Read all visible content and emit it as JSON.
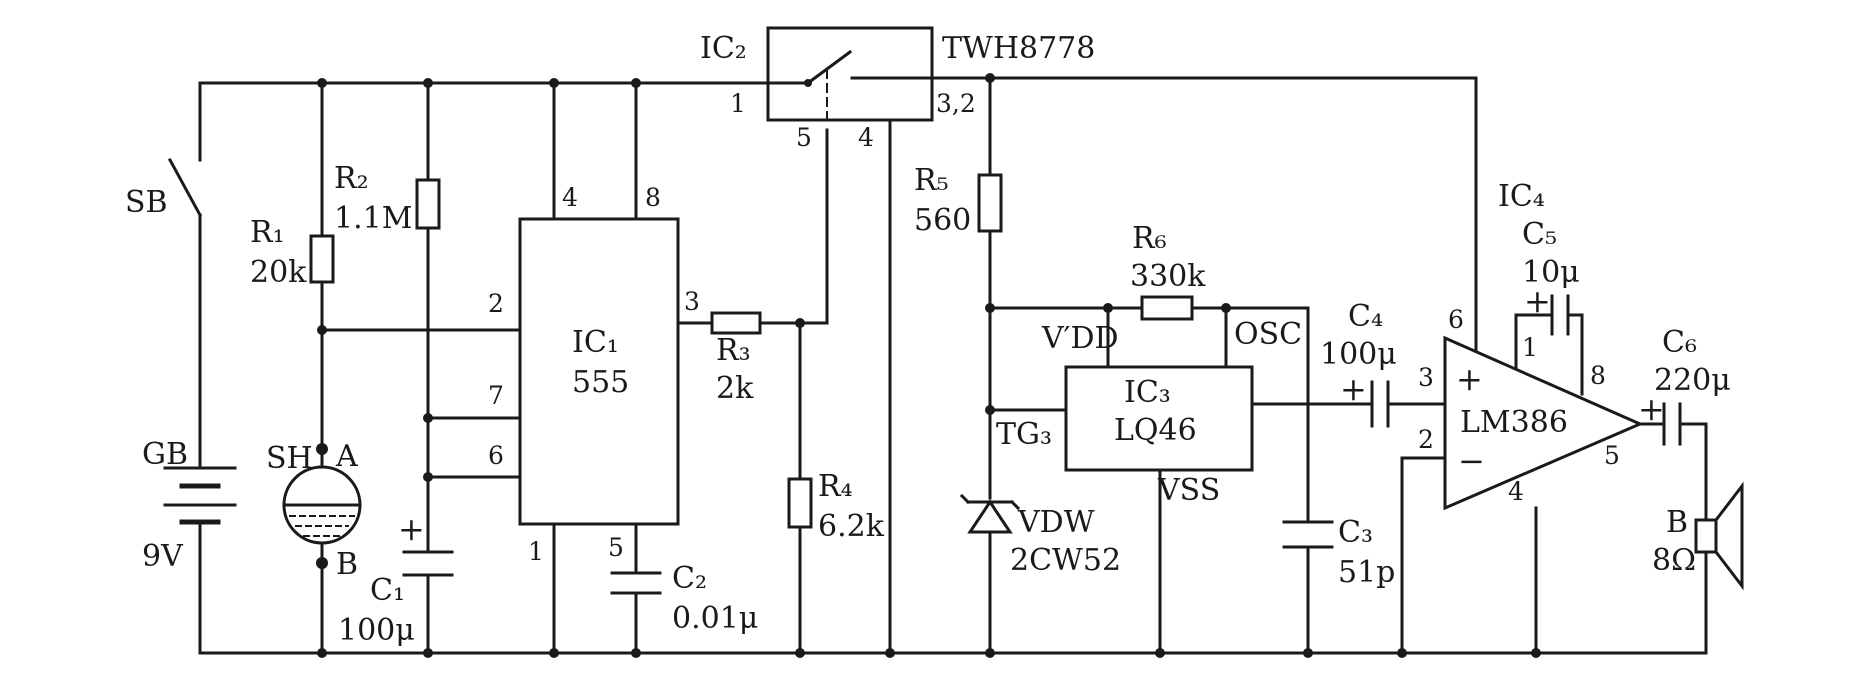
{
  "labels": {
    "ic2": "IC₂",
    "twh": "TWH8778",
    "ic2_pin1": "1",
    "ic2_pin32": "3,2",
    "ic2_pin5": "5",
    "ic2_pin4": "4",
    "sb": "SB",
    "gb": "GB",
    "v9": "9V",
    "r1": "R₁",
    "r1v": "20k",
    "r2": "R₂",
    "r2v": "1.1M",
    "sh": "SH",
    "sh_a": "A",
    "sh_b": "B",
    "c1": "C₁",
    "c1v": "100μ",
    "ic1": "IC₁",
    "ic1v": "555",
    "ic1_p2": "2",
    "ic1_p7": "7",
    "ic1_p6": "6",
    "ic1_p4": "4",
    "ic1_p8": "8",
    "ic1_p3": "3",
    "ic1_p1": "1",
    "ic1_p5": "5",
    "c2": "C₂",
    "c2v": "0.01μ",
    "r3": "R₃",
    "r3v": "2k",
    "r4": "R₄",
    "r4v": "6.2k",
    "r5": "R₅",
    "r5v": "560",
    "r6": "R₆",
    "r6v": "330k",
    "vdd": "V′DD",
    "osc": "OSC",
    "ic3": "IC₃",
    "ic3v": "LQ46",
    "tg3": "TG₃",
    "vss": "VSS",
    "vdw": "VDW",
    "vdwv": "2CW52",
    "c3": "C₃",
    "c3v": "51p",
    "c4": "C₄",
    "c4v": "100μ",
    "ic4": "IC₄",
    "c5": "C₅",
    "c5v": "10μ",
    "lm386": "LM386",
    "amp_p6": "6",
    "amp_p1": "1",
    "amp_p8": "8",
    "amp_p3": "3",
    "amp_p2": "2",
    "amp_p5": "5",
    "amp_p4": "4",
    "amp_plus": "+",
    "amp_minus": "−",
    "c6": "C₆",
    "c6v": "220μ",
    "spk": "B",
    "spkv": "8Ω",
    "pol_c1": "+",
    "pol_c4": "+",
    "pol_c5": "+",
    "pol_c6": "+"
  }
}
